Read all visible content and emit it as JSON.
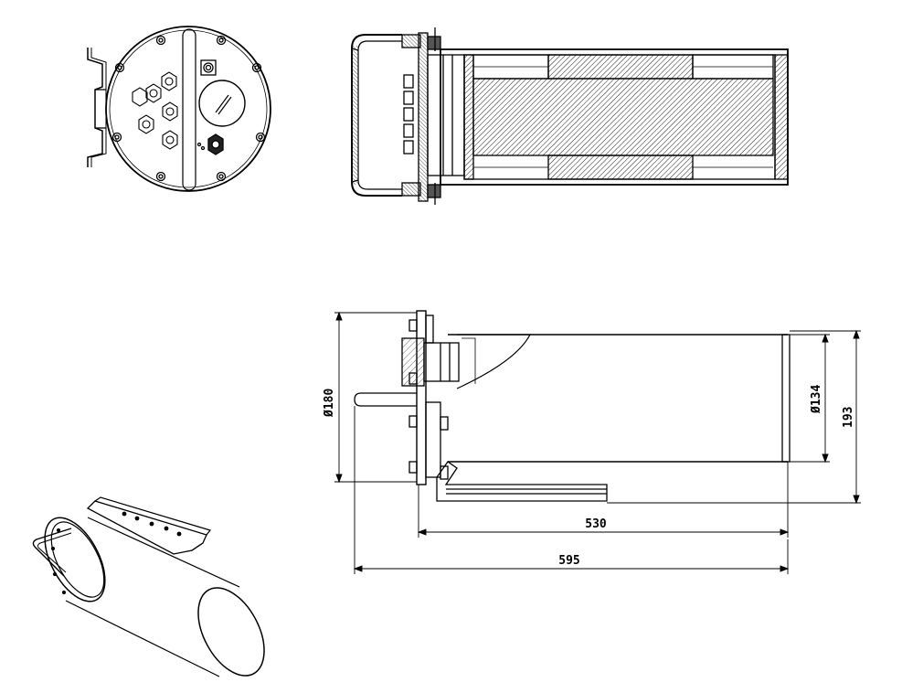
{
  "dimensions": {
    "outer_diameter": "Ø180",
    "tube_diameter": "Ø134",
    "total_height": "193",
    "tube_length": "530",
    "total_length": "595"
  }
}
